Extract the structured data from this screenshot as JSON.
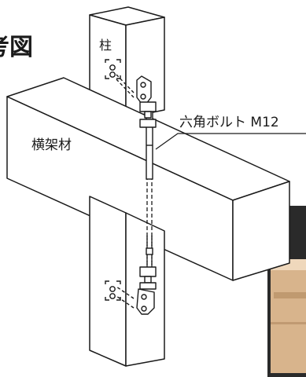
{
  "diagram": {
    "title_fragment": "考図",
    "labels": {
      "column": "柱",
      "beam": "横架材",
      "bolt": "六角ボルト M12"
    }
  },
  "colors": {
    "line": "#1a1a1a",
    "background": "#ffffff",
    "photo_dark": "#2a2a2a",
    "photo_wood": "#d8b48c",
    "photo_wood_light": "#efd8bc"
  }
}
